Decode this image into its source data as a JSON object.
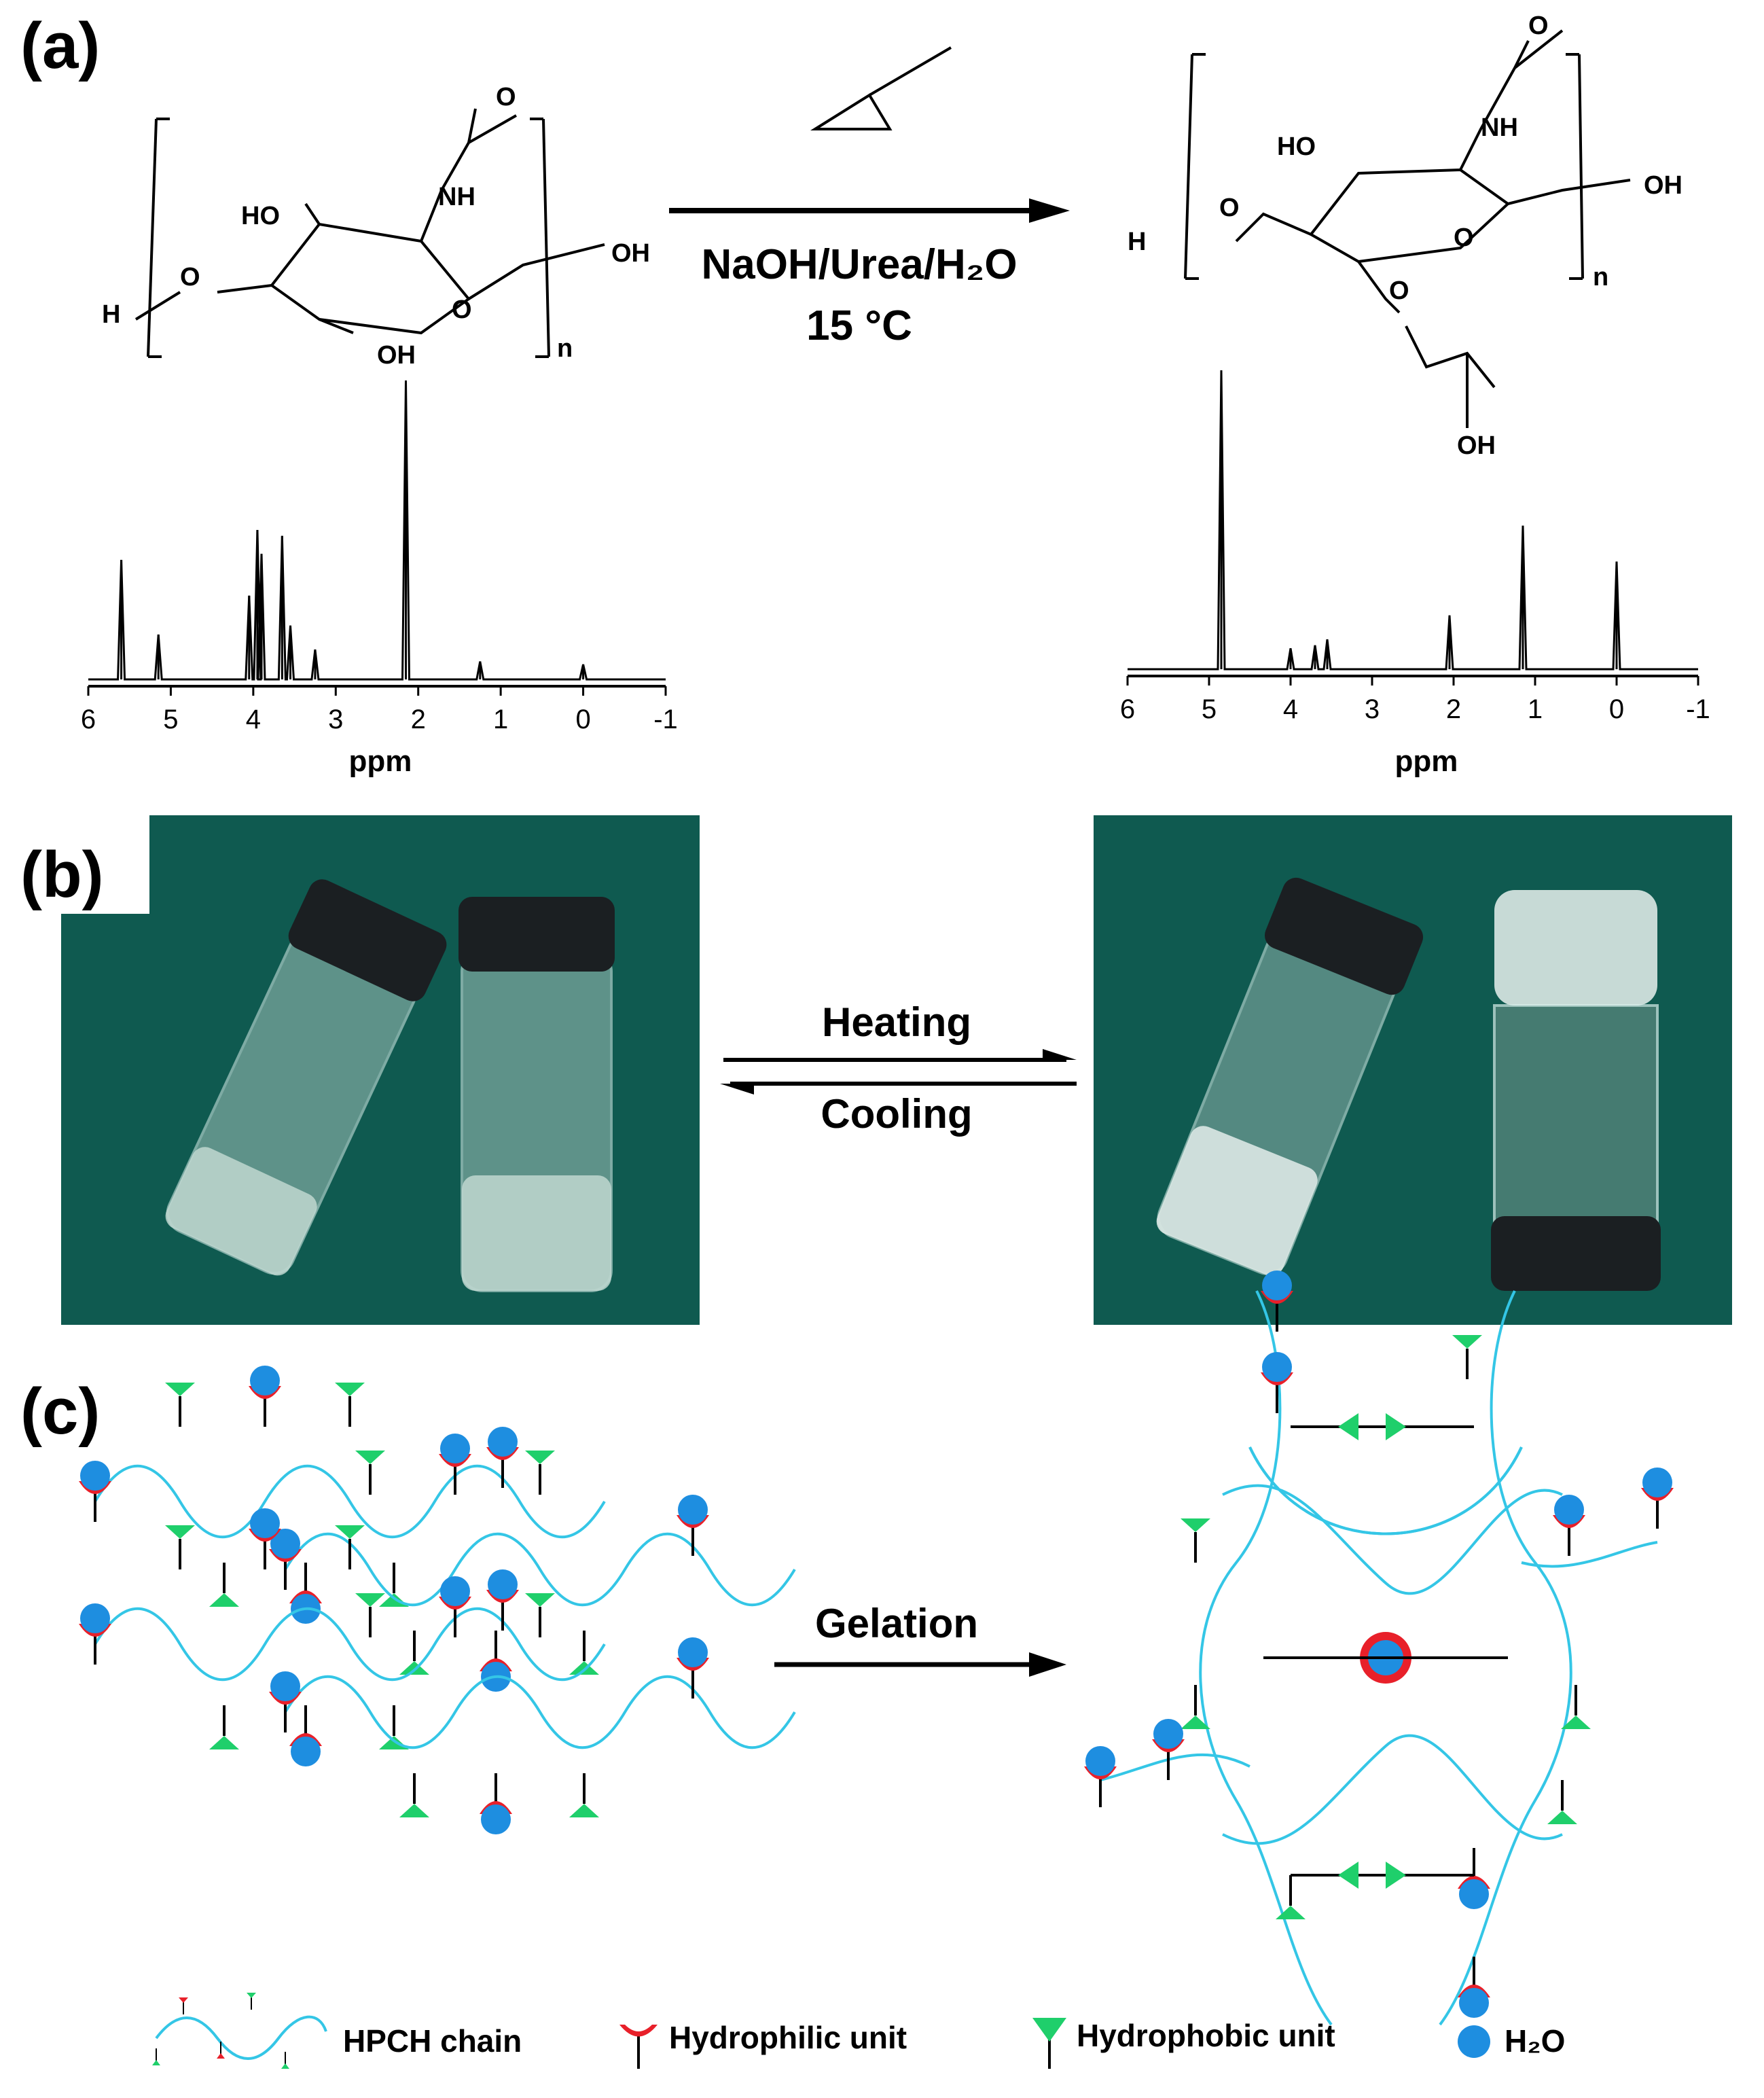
{
  "panels": {
    "a": "(a)",
    "b": "(b)",
    "c": "(c)"
  },
  "reaction": {
    "reagent_line": "NaOH/Urea/H₂O",
    "temperature": "15  °C"
  },
  "labels": {
    "H": "H",
    "O": "O",
    "NH": "NH",
    "HO": "HO",
    "OH": "OH",
    "n": "n"
  },
  "nmr_left": {
    "xlabel": "ppm",
    "ticks": [
      "6",
      "5",
      "4",
      "3",
      "2",
      "1",
      "0",
      "-1"
    ],
    "peaks": [
      [
        5.6,
        0.4
      ],
      [
        5.15,
        0.15
      ],
      [
        4.05,
        0.28
      ],
      [
        3.95,
        0.5
      ],
      [
        3.9,
        0.42
      ],
      [
        3.65,
        0.48
      ],
      [
        3.55,
        0.18
      ],
      [
        3.25,
        0.1
      ],
      [
        2.15,
        1.0
      ],
      [
        1.25,
        0.06
      ],
      [
        0.0,
        0.05
      ]
    ]
  },
  "nmr_right": {
    "xlabel": "ppm",
    "ticks": [
      "6",
      "5",
      "4",
      "3",
      "2",
      "1",
      "0",
      "-1"
    ],
    "peaks": [
      [
        4.85,
        1.0
      ],
      [
        4.0,
        0.07
      ],
      [
        3.7,
        0.08
      ],
      [
        3.55,
        0.1
      ],
      [
        2.05,
        0.18
      ],
      [
        1.15,
        0.48
      ],
      [
        0.0,
        0.36
      ]
    ]
  },
  "thermo": {
    "heating": "Heating",
    "cooling": "Cooling"
  },
  "gelation": "Gelation",
  "legend": {
    "chain": "HPCH chain",
    "hydrophilic": "Hydrophilic unit",
    "hydrophobic": "Hydrophobic unit",
    "water": "H₂O"
  },
  "colors": {
    "chain": "#34c6e6",
    "hydrophilic": "#e8202a",
    "hydrophobic": "#1fcf6b",
    "water": "#1e8ee0",
    "photo_bg": "#0f5a50"
  }
}
